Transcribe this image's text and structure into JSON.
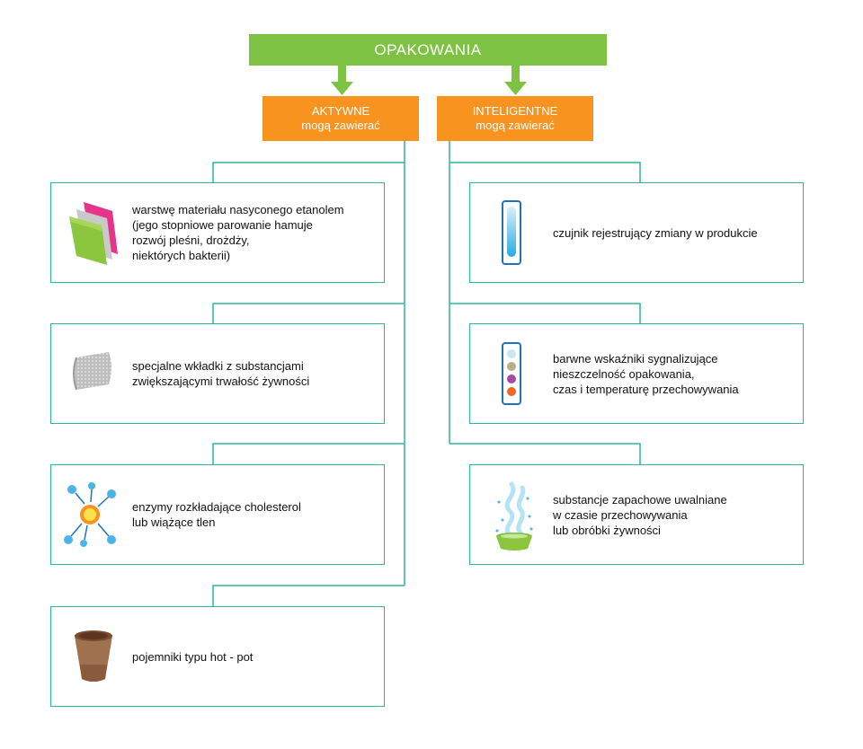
{
  "diagram": {
    "title": "OPAKOWANIA",
    "colors": {
      "title_bg": "#7dc242",
      "category_bg": "#f7931e",
      "connector": "#2bb5a0"
    },
    "categories": [
      {
        "label": "AKTYWNE",
        "sublabel": "mogą zawierać",
        "items": [
          {
            "icon": "layered-sheets-icon",
            "lines": [
              "warstwę materiału nasyconego etanolem",
              "(jego stopniowe parowanie hamuje",
              "rozwój pleśni, drożdży,",
              "niektórych bakterii)"
            ]
          },
          {
            "icon": "insert-pad-icon",
            "lines": [
              "specjalne wkładki z substancjami",
              "zwiększającymi trwałość żywności"
            ]
          },
          {
            "icon": "enzyme-molecules-icon",
            "lines": [
              "enzymy rozkładające cholesterol",
              "lub wiążące tlen"
            ]
          },
          {
            "icon": "hot-pot-container-icon",
            "lines": [
              "pojemniki typu hot - pot"
            ]
          }
        ]
      },
      {
        "label": "INTELIGENTNE",
        "sublabel": "mogą zawierać",
        "items": [
          {
            "icon": "sensor-strip-icon",
            "lines": [
              "czujnik rejestrujący zmiany w produkcie"
            ]
          },
          {
            "icon": "color-indicator-icon",
            "lines": [
              "barwne wskaźniki sygnalizujące",
              "nieszczelność opakowania,",
              "czas i temperaturę przechowywania"
            ]
          },
          {
            "icon": "aroma-bowl-icon",
            "lines": [
              "substancje zapachowe uwalniane",
              "w czasie przechowywania",
              "lub obróbki żywności"
            ]
          }
        ]
      }
    ]
  }
}
